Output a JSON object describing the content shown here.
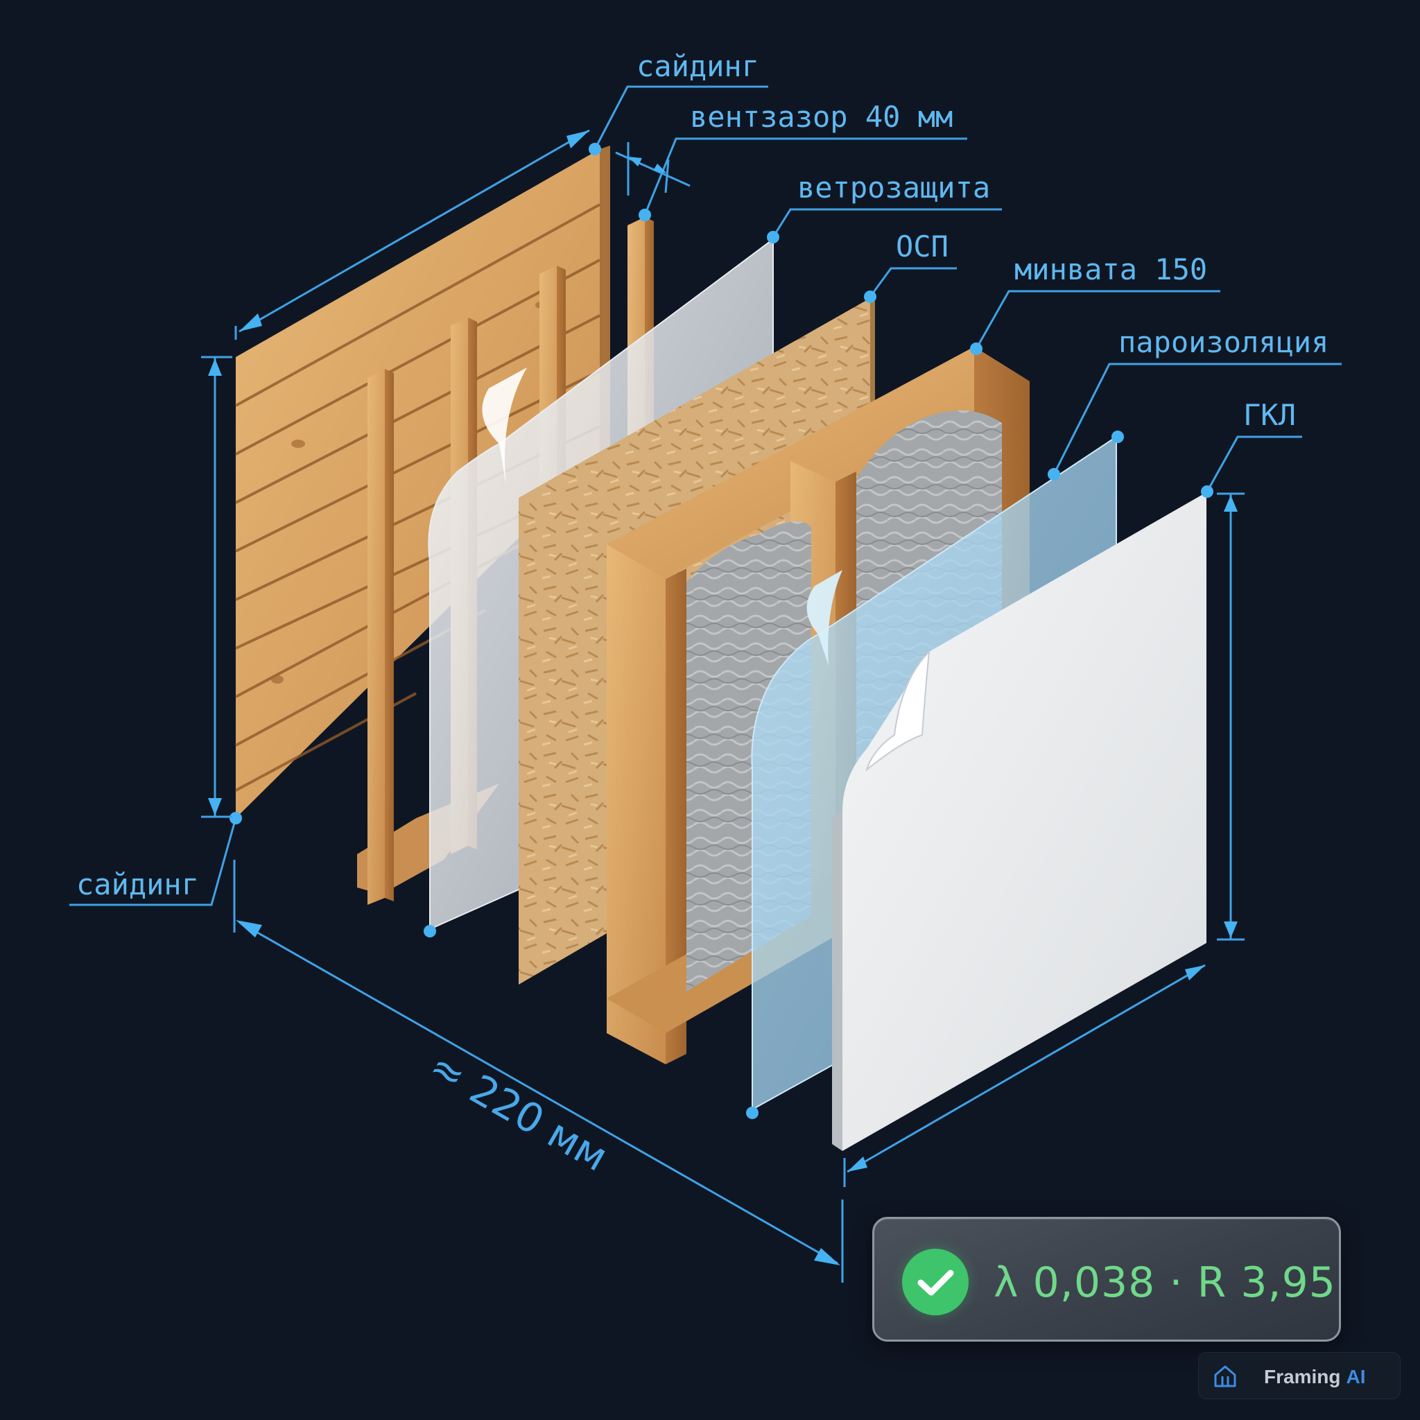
{
  "labels": {
    "siding_top": "сайдинг",
    "vent_gap": "вентзазор 40 мм",
    "wind_barrier": "ветрозащита",
    "osb": "ОСП",
    "mineral_wool": "минвата 150",
    "vapor_barrier": "пароизоляция",
    "drywall": "ГКЛ",
    "siding_bottom": "сайдинг"
  },
  "dimension": {
    "total_thickness": "≈ 220 мм"
  },
  "result": {
    "text": "λ 0,038 · R 3,95",
    "status": "ok",
    "status_color": "#3ec46a"
  },
  "brand": {
    "name": "Framing",
    "suffix": "AI"
  },
  "colors": {
    "background": "#0f1623",
    "annotation": "#46b2f2",
    "wood": "#d9a35f",
    "osb": "#d2ab78",
    "insulation": "#a9acaf",
    "vapor_film": "#9fd0ee",
    "drywall": "#eef0f2"
  }
}
